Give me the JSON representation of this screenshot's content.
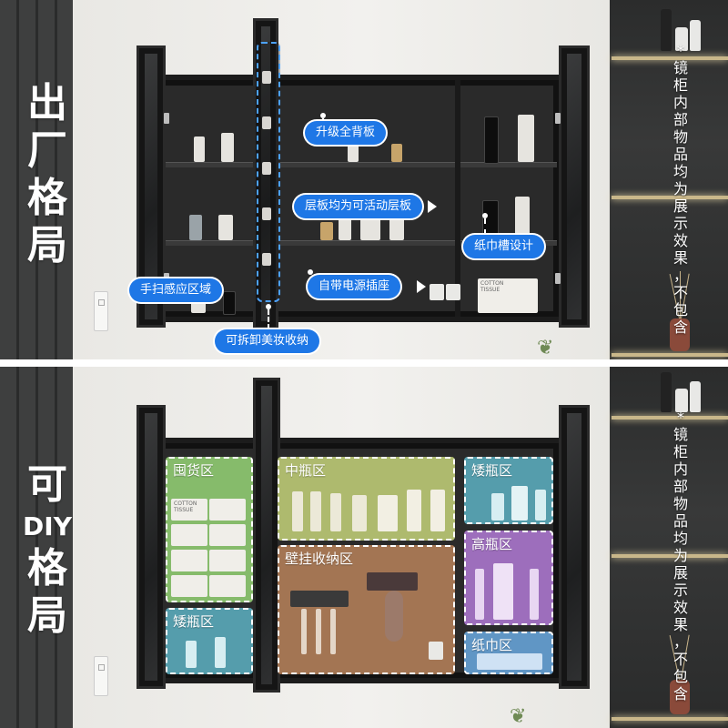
{
  "top_panel": {
    "headline": [
      "出",
      "厂",
      "格",
      "局"
    ],
    "callouts": {
      "back_panel": "升级全背板",
      "shelves": "层板均为可活动层板",
      "tissue_slot": "纸巾槽设计",
      "sensor": "手扫感应区域",
      "socket": "自带电源插座",
      "organizer": "可拆卸美妆收纳"
    },
    "tissue_box": [
      "COTTON",
      "TISSUE"
    ]
  },
  "bottom_panel": {
    "headline": [
      "可",
      "DIY",
      "格",
      "局"
    ],
    "zones": {
      "stock": "囤货区",
      "mid_bottle": "中瓶区",
      "short_bottle_top": "矮瓶区",
      "tall_bottle": "高瓶区",
      "wall_storage": "壁挂收纳区",
      "short_bottle_bottom": "矮瓶区",
      "tissue": "纸巾区"
    },
    "zone_colors": {
      "stock": "#9bdc7a",
      "mid_bottle": "#c6d47a",
      "short_bottle": "#5fb7c9",
      "tall_bottle": "#b27ad6",
      "wall_storage": "#b9835a",
      "tissue": "#6aa9e0"
    },
    "stock_box_text": [
      "COTTON",
      "TISSUE"
    ]
  },
  "side_note": [
    "*",
    "镜",
    "柜",
    "内",
    "部",
    "物",
    "品",
    "均",
    "为",
    "展",
    "示",
    "效",
    "果",
    "，",
    "不",
    "包",
    "含"
  ],
  "accent_color": "#1e77e6"
}
